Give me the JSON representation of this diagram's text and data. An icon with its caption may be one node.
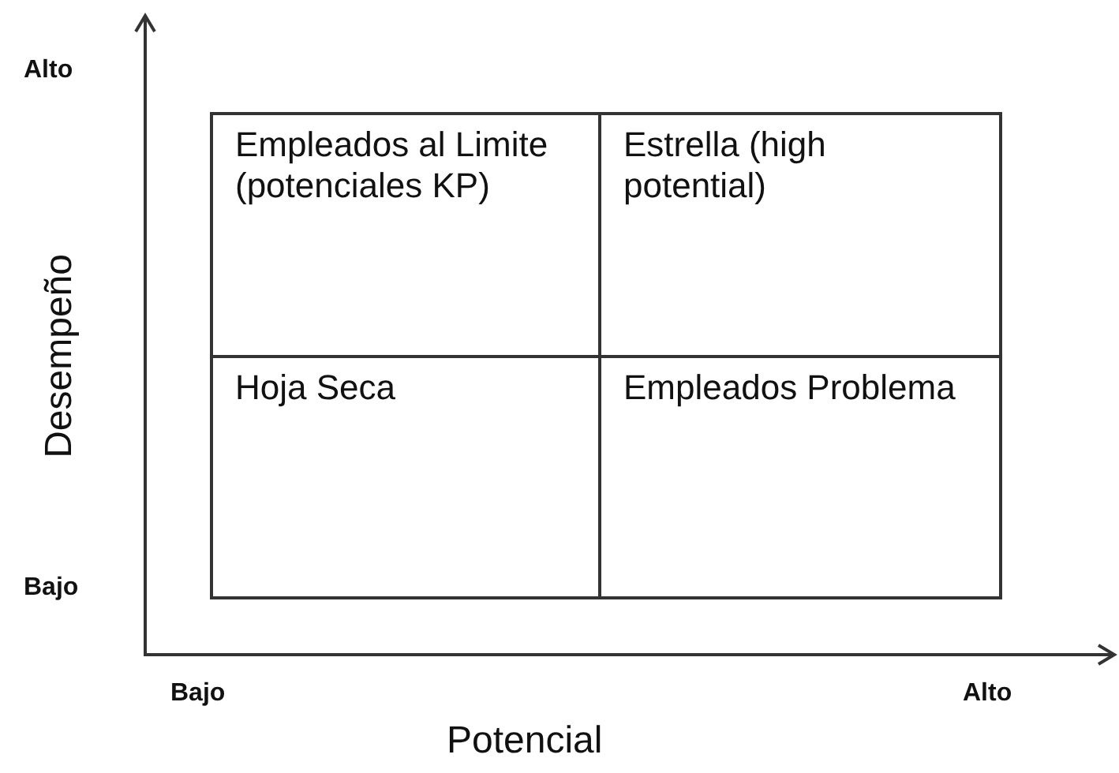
{
  "diagram": {
    "nodes": [
      {
        "text": [
          "Empleados al Limite (potenciales KP)"
        ]
      },
      {
        "text": [
          "Estrella (high potential)"
        ]
      },
      {
        "text": [
          "Hoja Seca"
        ]
      },
      {
        "text": [
          "Empleados Problema"
        ]
      }
    ],
    "labels": [
      "Alto",
      "Desempeño",
      "Bajo",
      "Bajo",
      "Alto",
      "Potencial"
    ]
  }
}
